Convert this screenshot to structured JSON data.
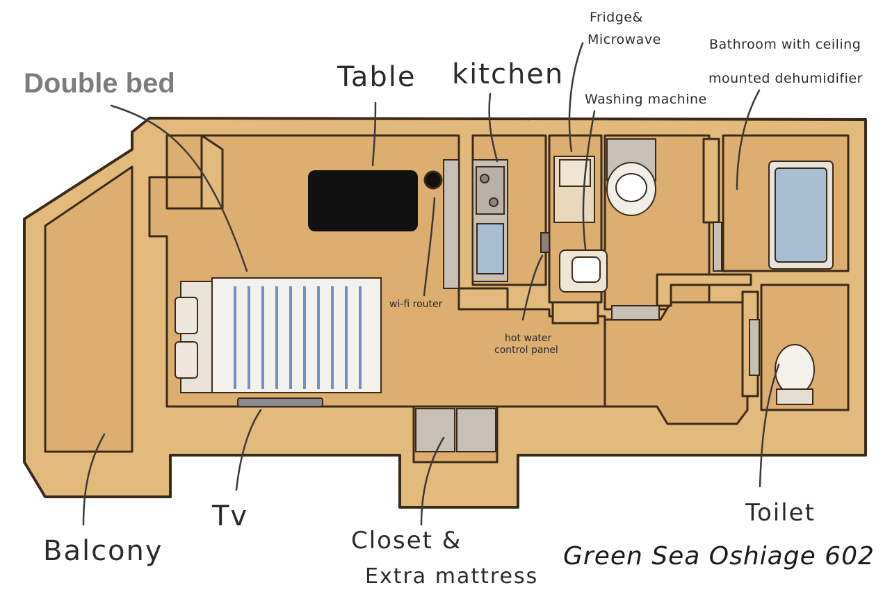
{
  "labels": {
    "double_bed": "Double bed",
    "table": "Table",
    "kitchen": "kitchen",
    "fridge_line1": "Fridge&",
    "fridge_line2": "Microwave",
    "washing_machine": "Washing machine",
    "bathroom_line1": "Bathroom with ceiling",
    "bathroom_line2": "mounted dehumidifier",
    "wifi_router": "wi-fi router",
    "hot_water_line1": "hot water",
    "hot_water_line2": "control panel",
    "balcony": "Balcony",
    "tv": "Tv",
    "closet_line1": "Closet &",
    "closet_line2": "Extra mattress",
    "toilet": "Toilet",
    "property_name": "Green Sea Oshiage 602"
  },
  "colors": {
    "floor": "#dcae70",
    "wall": "#e2bb7c",
    "wall_outline": "#3a2a1a",
    "fixture_gray": "#c7c0b6",
    "fixture_blue": "#a7bed3",
    "table": "#111111",
    "bed_stripe": "#6f92c2"
  }
}
